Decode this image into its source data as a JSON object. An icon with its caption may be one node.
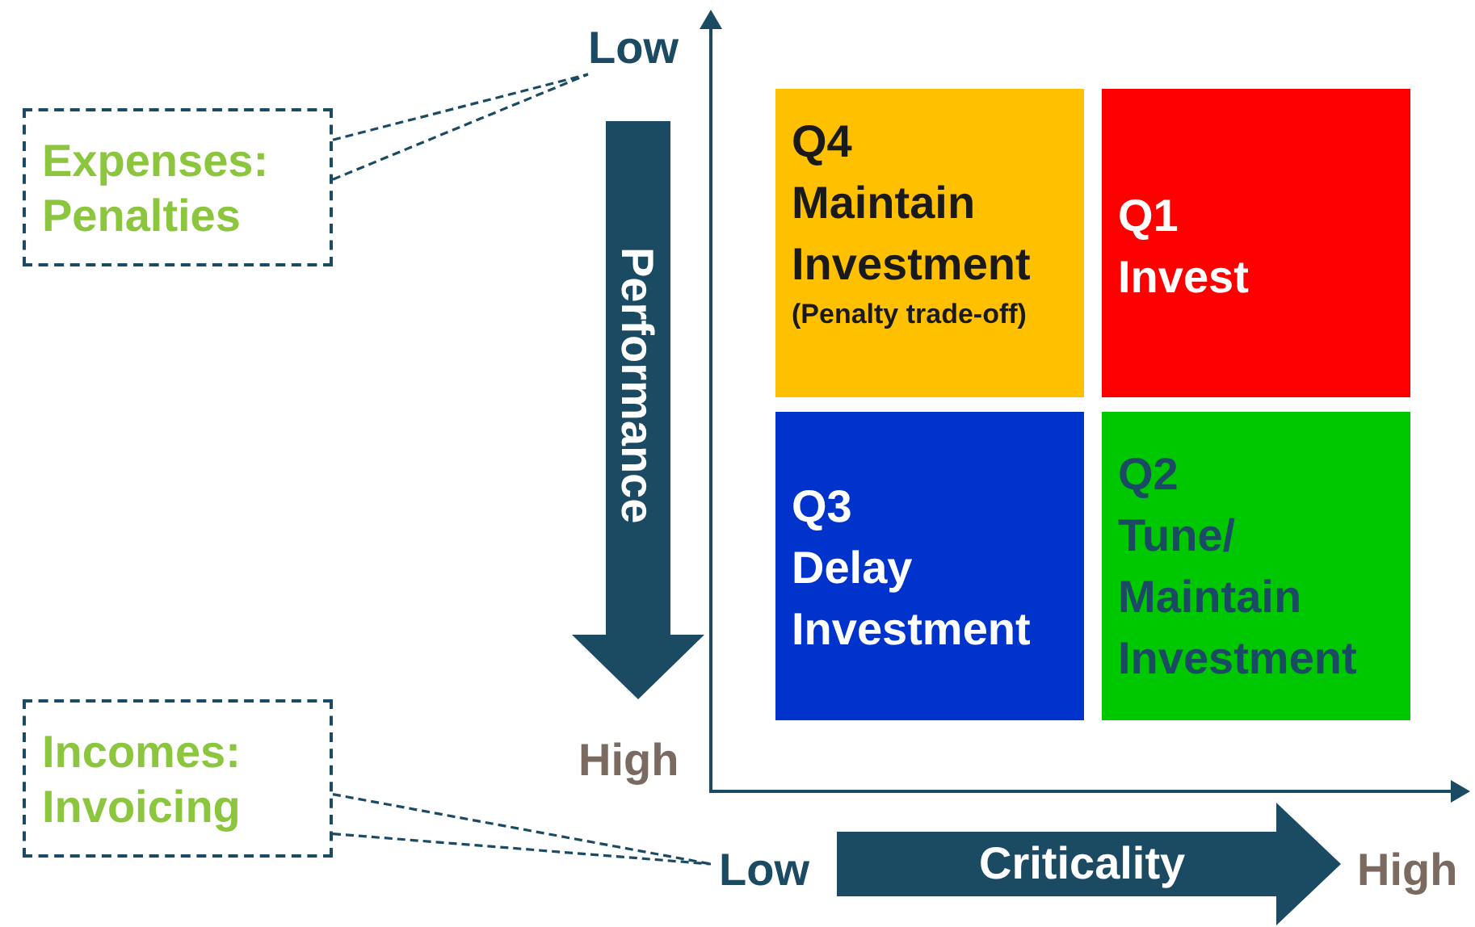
{
  "diagram": {
    "nodes": [
      {
        "text": [
          "Expenses: Penalties"
        ]
      },
      {
        "text": [
          "Low"
        ]
      },
      {
        "text": [
          "Performance"
        ]
      },
      {
        "text": [
          "Q4",
          "Maintain Investment",
          "(Penalty trade-off)"
        ]
      },
      {
        "text": [
          "Q1",
          "Invest"
        ]
      },
      {
        "text": [
          "Q3",
          "Delay Investment"
        ]
      },
      {
        "text": [
          "Q2",
          "Tune/ Maintain Investment"
        ]
      },
      {
        "text": [
          "Incomes: Invoicing"
        ]
      },
      {
        "text": [
          "Low"
        ]
      },
      {
        "text": [
          "Criticality"
        ]
      }
    ],
    "edges": [
      {
        "from": 0,
        "to": 1,
        "arrow": "none",
        "style": "dashed"
      },
      {
        "from": 7,
        "to": 8,
        "arrow": "none",
        "style": "dashed"
      }
    ],
    "labels": [
      "High",
      "High"
    ]
  }
}
